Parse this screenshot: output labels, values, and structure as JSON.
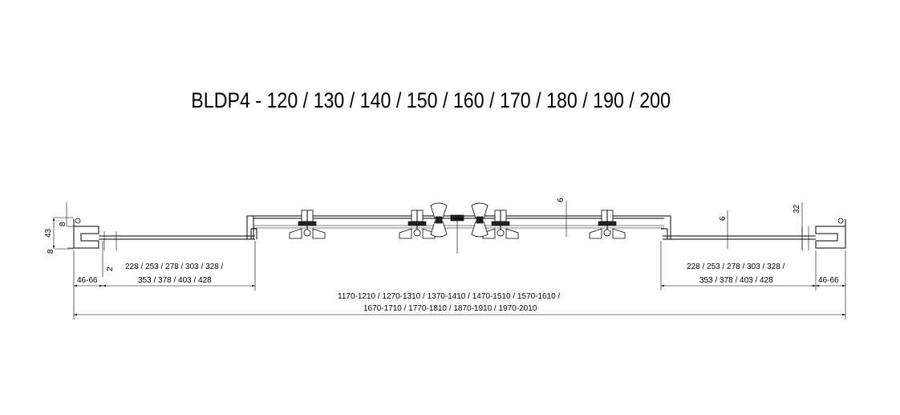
{
  "title": "BLDP4 - 120 / 130 / 140 / 150 / 160 / 170 / 180 / 190 / 200",
  "dimensions": {
    "left_side": {
      "dim_43": "43",
      "dim_8_top": "8",
      "dim_8_bottom": "8",
      "dim_2": "2",
      "range": "46-66",
      "panel_line1": "228 / 253 / 278 / 303 / 328 /",
      "panel_line2": "353 / 378 / 403 / 428"
    },
    "right_side": {
      "dim_32": "32",
      "dim_6": "6",
      "range": "46-66",
      "panel_line1": "228 / 253 / 278 / 303 / 328 /",
      "panel_line2": "353 / 378 / 403 / 428"
    },
    "center": {
      "dim_6": "6"
    },
    "overall": {
      "line1": "1170-1210 / 1270-1310 / 1370-1410 / 1470-1510 / 1570-1610 /",
      "line2": "1670-1710 / 1770-1810 / 1870-1910 / 1970-2010"
    }
  }
}
